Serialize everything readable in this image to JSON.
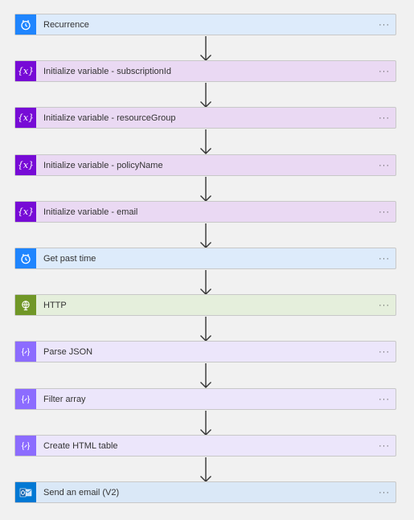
{
  "steps": [
    {
      "label": "Recurrence",
      "theme": "blue",
      "icon": "clock-icon"
    },
    {
      "label": "Initialize variable - subscriptionId",
      "theme": "purple",
      "icon": "variable-icon"
    },
    {
      "label": "Initialize variable - resourceGroup",
      "theme": "purple",
      "icon": "variable-icon"
    },
    {
      "label": "Initialize variable - policyName",
      "theme": "purple",
      "icon": "variable-icon"
    },
    {
      "label": "Initialize variable - email",
      "theme": "purple",
      "icon": "variable-icon"
    },
    {
      "label": "Get past time",
      "theme": "blue",
      "icon": "clock-icon"
    },
    {
      "label": "HTTP",
      "theme": "green",
      "icon": "http-globe-icon"
    },
    {
      "label": "Parse JSON",
      "theme": "lav",
      "icon": "data-operation-icon"
    },
    {
      "label": "Filter array",
      "theme": "lav",
      "icon": "data-operation-icon"
    },
    {
      "label": "Create HTML table",
      "theme": "lav",
      "icon": "data-operation-icon"
    },
    {
      "label": "Send an email (V2)",
      "theme": "out",
      "icon": "outlook-icon"
    }
  ],
  "more_label": "···",
  "variable_glyph": "{x}",
  "colors": {
    "trigger_blue": "#1f85ff",
    "variable_purple": "#770bd6",
    "http_green": "#709727",
    "data_operation_lavender": "#8c6cff",
    "outlook_blue": "#0078d4",
    "connector_gray": "#333333"
  }
}
